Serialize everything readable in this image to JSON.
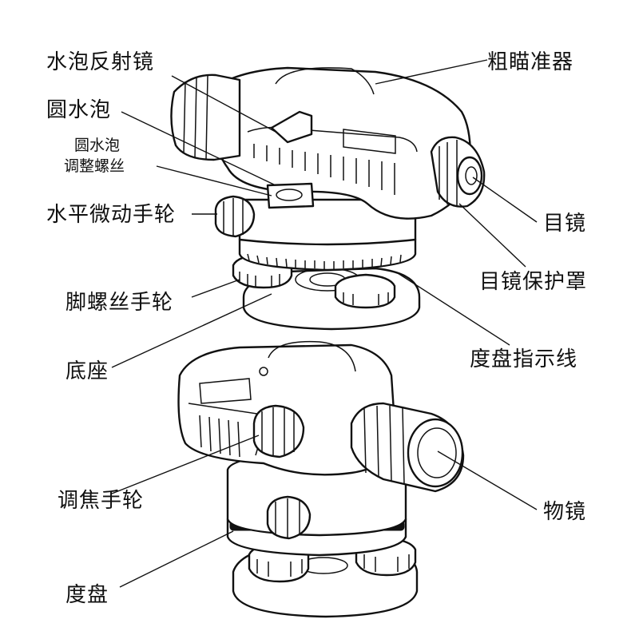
{
  "labels": {
    "level_bubble_mirror": "水泡反射镜",
    "coarse_sight": "粗瞄准器",
    "circular_bubble": "圆水泡",
    "circular_bubble_adjust_line1": "圆水泡",
    "circular_bubble_adjust_line2": "调整螺丝",
    "horizontal_fine_wheel": "水平微动手轮",
    "eyepiece": "目镜",
    "eyepiece_cover": "目镜保护罩",
    "foot_screw_wheel": "脚螺丝手轮",
    "base": "底座",
    "dial_index_line": "度盘指示线",
    "focus_wheel": "调焦手轮",
    "objective_lens": "物镜",
    "dial": "度盘"
  },
  "colors": {
    "line": "#111111",
    "background": "#ffffff"
  }
}
